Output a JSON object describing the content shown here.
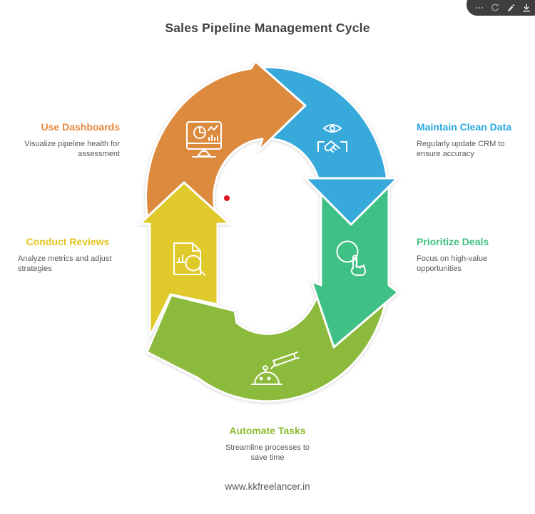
{
  "title": "Sales Pipeline Management Cycle",
  "toolbar": {
    "more_label": "more options",
    "refresh_label": "refresh",
    "brush_label": "style",
    "download_label": "download"
  },
  "steps": [
    {
      "id": "use-dashboards",
      "label": "Use Dashboards",
      "description": "Visualize pipeline health for\nassessment",
      "label_color": "#E8873C",
      "segment_color": "#DC8A3E",
      "icon": "dashboard-monitor-icon"
    },
    {
      "id": "maintain-clean-data",
      "label": "Maintain Clean Data",
      "description": "Regularly update CRM to\nensure accuracy",
      "label_color": "#29A8DF",
      "segment_color": "#37A9DB",
      "icon": "eye-handshake-icon"
    },
    {
      "id": "prioritize-deals",
      "label": "Prioritize Deals",
      "description": "Focus on high-value\nopportunities",
      "label_color": "#3EC07F",
      "segment_color": "#3FC084",
      "icon": "dollar-tap-icon"
    },
    {
      "id": "automate-tasks",
      "label": "Automate Tasks",
      "description": "Streamline processes to\nsave time",
      "label_color": "#8CBE2F",
      "segment_color": "#8CBA3C",
      "icon": "robot-chat-icon"
    },
    {
      "id": "conduct-reviews",
      "label": "Conduct Reviews",
      "description": "Analyze metrics and adjust\nstrategies",
      "label_color": "#E2C31D",
      "segment_color": "#DFC92B",
      "icon": "document-search-icon"
    }
  ],
  "cursor": {
    "color": "#E1151C"
  },
  "footer": {
    "website": "www.kkfreelancer.in"
  }
}
